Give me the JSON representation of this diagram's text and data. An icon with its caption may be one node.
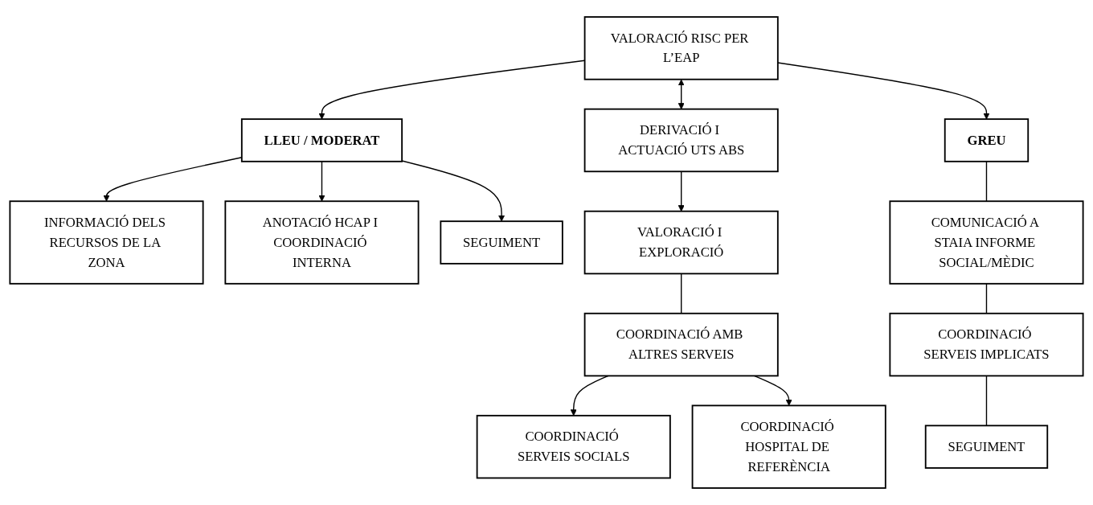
{
  "diagram": {
    "nodes": [
      {
        "text": [
          "VALORACIÓ RISC PER L’EAP"
        ]
      },
      {
        "text": [
          "LLEU / MODERAT"
        ]
      },
      {
        "text": [
          "DERIVACIÓ I ACTUACIÓ UTS ABS"
        ]
      },
      {
        "text": [
          "GREU"
        ]
      },
      {
        "text": [
          "INFORMACIÓ DELS RECURSOS DE LA ZONA"
        ]
      },
      {
        "text": [
          "ANOTACIÓ HCAP I COORDINACIÓ INTERNA"
        ]
      },
      {
        "text": [
          "SEGUIMENT"
        ]
      },
      {
        "text": [
          "VALORACIÓ I EXPLORACIÓ"
        ]
      },
      {
        "text": [
          "COORDINACIÓ AMB ALTRES SERVEIS"
        ]
      },
      {
        "text": [
          "COORDINACIÓ SERVEIS SOCIALS"
        ]
      },
      {
        "text": [
          "COORDINACIÓ HOSPITAL DE REFERÈNCIA"
        ]
      },
      {
        "text": [
          "COMUNICACIÓ A STAIA INFORME SOCIAL/MÈDIC"
        ]
      },
      {
        "text": [
          "COORDINACIÓ SERVEIS IMPLICATS"
        ]
      },
      {
        "text": [
          "SEGUIMENT"
        ]
      }
    ],
    "edges": [
      {
        "from": 0,
        "to": 1,
        "arrow": "to"
      },
      {
        "from": 0,
        "to": 2,
        "arrow": "both"
      },
      {
        "from": 0,
        "to": 3,
        "arrow": "to"
      },
      {
        "from": 1,
        "to": 4,
        "arrow": "to"
      },
      {
        "from": 1,
        "to": 5,
        "arrow": "to"
      },
      {
        "from": 1,
        "to": 6,
        "arrow": "to"
      },
      {
        "from": 2,
        "to": 7,
        "arrow": "to"
      },
      {
        "from": 7,
        "to": 8,
        "arrow": "none"
      },
      {
        "from": 8,
        "to": 9,
        "arrow": "to"
      },
      {
        "from": 8,
        "to": 10,
        "arrow": "to"
      },
      {
        "from": 3,
        "to": 11,
        "arrow": "none"
      },
      {
        "from": 11,
        "to": 12,
        "arrow": "none"
      },
      {
        "from": 12,
        "to": 13,
        "arrow": "none"
      }
    ]
  }
}
